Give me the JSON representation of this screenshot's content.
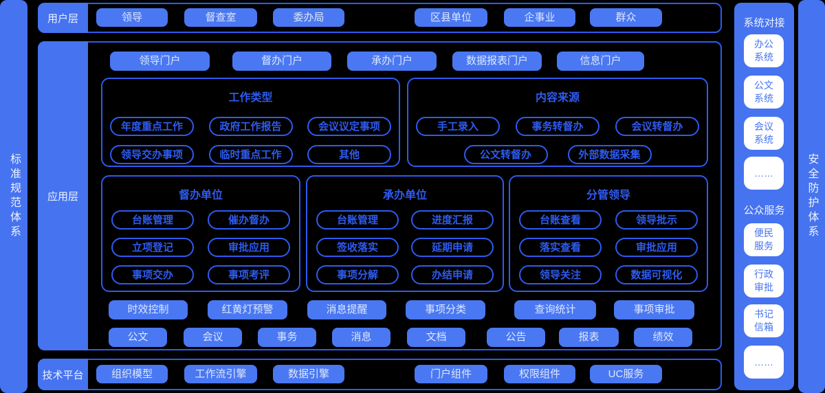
{
  "colors": {
    "background": "#000000",
    "bar_fill": "#4673ef",
    "button_fill": "#4a78f2",
    "outline_blue": "#2e5bf0",
    "button_text": "#dde7fc",
    "white_box": "#ffffff"
  },
  "left_bar": {
    "label": "标准规范体系"
  },
  "right_bar": {
    "label": "安全防护体系"
  },
  "layers": {
    "user": {
      "label": "用户层",
      "items": [
        "领导",
        "督查室",
        "委办局",
        "区县单位",
        "企事业",
        "群众"
      ]
    },
    "app": {
      "label": "应用层",
      "portals": [
        "领导门户",
        "督办门户",
        "承办门户",
        "数据报表门户",
        "信息门户"
      ],
      "work_types": {
        "title": "工作类型",
        "items": [
          "年度重点工作",
          "政府工作报告",
          "会议议定事项",
          "领导交办事项",
          "临时重点工作",
          "其他"
        ]
      },
      "content_sources": {
        "title": "内容来源",
        "row1": [
          "手工录入",
          "事务转督办",
          "会议转督办"
        ],
        "row2": [
          "公文转督办",
          "外部数据采集"
        ]
      },
      "units": [
        {
          "title": "督办单位",
          "items": [
            "台账管理",
            "催办督办",
            "立项登记",
            "审批应用",
            "事项交办",
            "事项考评"
          ]
        },
        {
          "title": "承办单位",
          "items": [
            "台账管理",
            "进度汇报",
            "签收落实",
            "延期申请",
            "事项分解",
            "办结申请"
          ]
        },
        {
          "title": "分管领导",
          "items": [
            "台账查看",
            "领导批示",
            "落实查看",
            "审批应用",
            "领导关注",
            "数据可视化"
          ]
        }
      ],
      "functions": [
        "时效控制",
        "红黄灯预警",
        "消息提醒",
        "事项分类",
        "查询统计",
        "事项审批"
      ],
      "modules": [
        "公文",
        "会议",
        "事务",
        "消息",
        "文档",
        "公告",
        "报表",
        "绩效"
      ]
    },
    "tech": {
      "label": "技术平台",
      "items": [
        "组织模型",
        "工作流引擎",
        "数据引擎",
        "门户组件",
        "权限组件",
        "UC服务"
      ]
    }
  },
  "right_panel": {
    "system_integration": {
      "title": "系统对接",
      "items": [
        "办公系统",
        "公文系统",
        "会议系统",
        "……"
      ]
    },
    "public_service": {
      "title": "公众服务",
      "items": [
        "便民服务",
        "行政审批",
        "书记信箱",
        "……"
      ]
    }
  }
}
